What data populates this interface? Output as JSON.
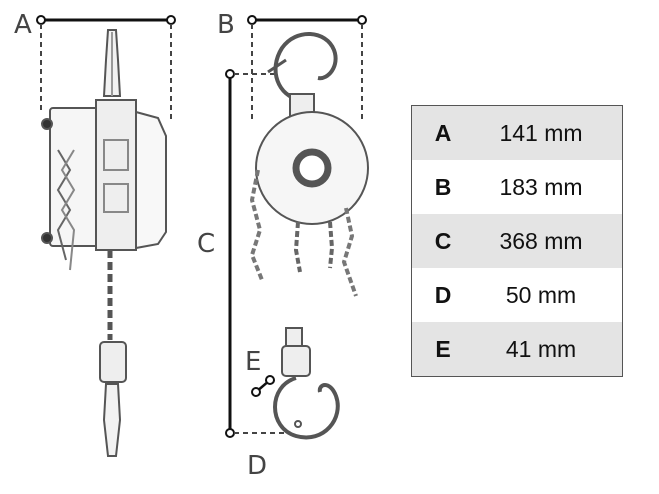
{
  "dimension_labels": {
    "a": "A",
    "b": "B",
    "c": "C",
    "d": "D",
    "e": "E"
  },
  "spec_table": [
    {
      "key": "A",
      "value": "141 mm"
    },
    {
      "key": "B",
      "value": "183 mm"
    },
    {
      "key": "C",
      "value": "368 mm"
    },
    {
      "key": "D",
      "value": "50 mm"
    },
    {
      "key": "E",
      "value": "41 mm"
    }
  ]
}
